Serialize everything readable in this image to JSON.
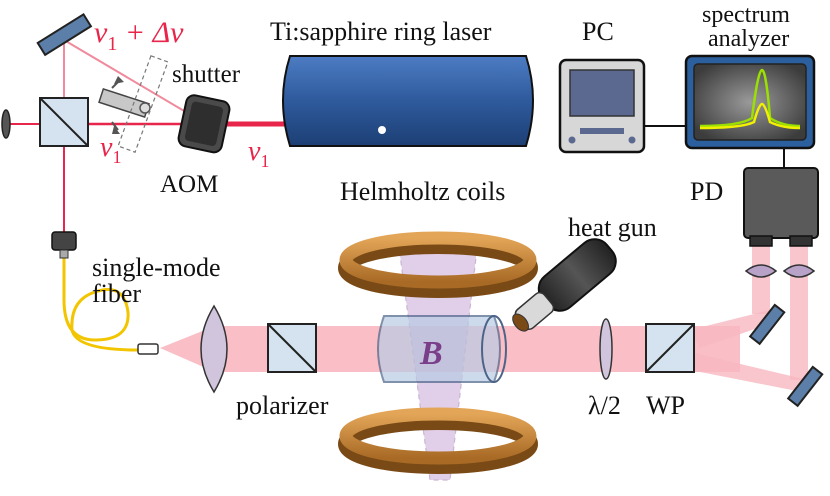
{
  "labels": {
    "ti_sapphire": "Ti:sapphire ring laser",
    "pc": "PC",
    "spectrum_line1": "spectrum",
    "spectrum_line2": "analyzer",
    "shutter": "shutter",
    "aom": "AOM",
    "helmholtz": "Helmholtz coils",
    "heat_gun": "heat gun",
    "pd": "PD",
    "fiber_line1": "single-mode",
    "fiber_line2": "fiber",
    "polarizer": "polarizer",
    "half_wave": "λ/2",
    "wp": "WP",
    "field": "B"
  },
  "beam_labels": {
    "v1_top_sym": "v",
    "v1_top_sub": "1",
    "v1_top_rest": " + Δv",
    "v1_left_sym": "v",
    "v1_left_sub": "1",
    "v1_right_sym": "v",
    "v1_right_sub": "1"
  },
  "colors": {
    "beam": "#e8254a",
    "beam_wide": "#f4a3ae",
    "laser_body": "#2e5a9c",
    "coil": "#c98a3c",
    "fiber": "#f2c500",
    "field_cone": "#b98fc6",
    "component": "#4a4a4a",
    "screen_green": "#9be000",
    "screen_yellow": "#f0f000"
  }
}
